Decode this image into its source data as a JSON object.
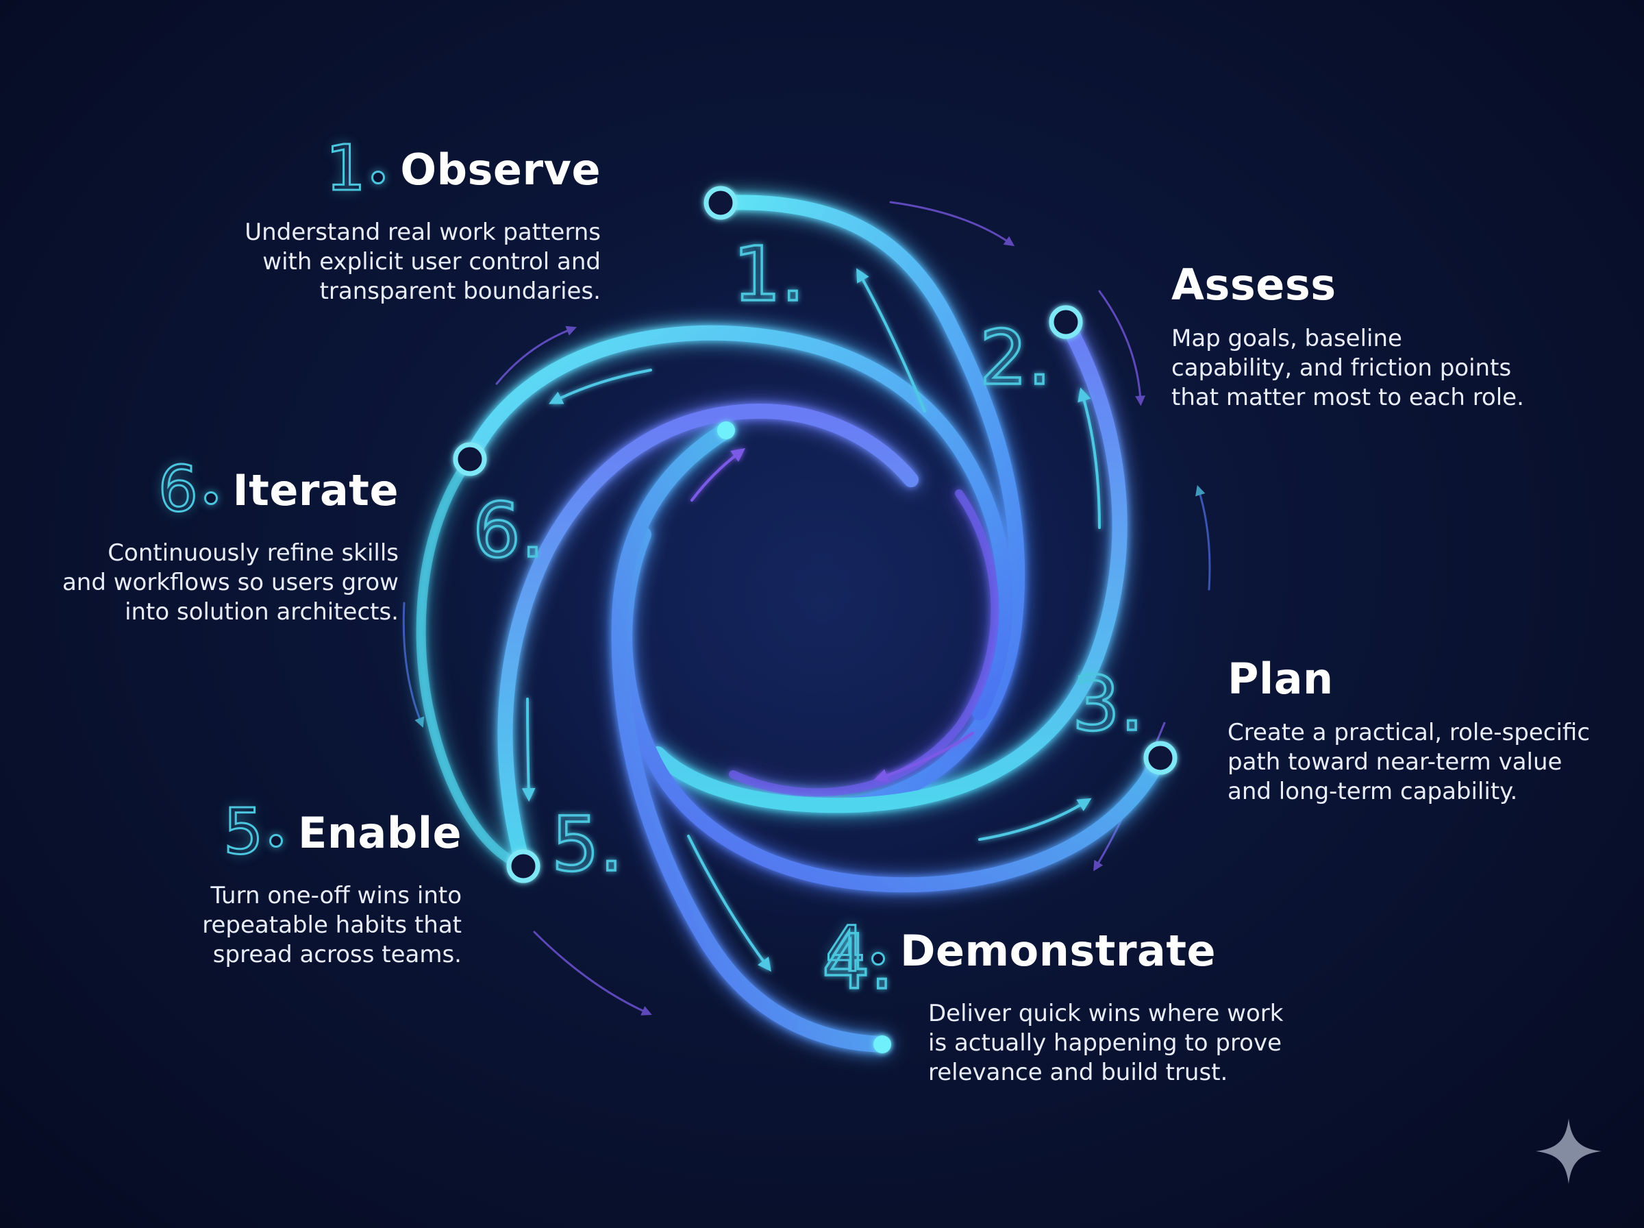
{
  "steps": [
    {
      "number": "1",
      "title": "Observe",
      "description": "Understand real work patterns\nwith explicit user control and\ntransparent boundaries."
    },
    {
      "number": "2",
      "title": "Assess",
      "description": "Map goals, baseline\ncapability, and friction points\nthat matter most to each role."
    },
    {
      "number": "3",
      "title": "Plan",
      "description": "Create a practical, role-specific\npath toward near-term value\nand long-term capability."
    },
    {
      "number": "4",
      "title": "Demonstrate",
      "description": "Deliver quick wins where work\nis actually happening to prove\nrelevance and build trust."
    },
    {
      "number": "5",
      "title": "Enable",
      "description": "Turn one-off wins into\nrepeatable habits that\nspread across teams."
    },
    {
      "number": "6",
      "title": "Iterate",
      "description": "Continuously refine skills\nand workflows so users grow\ninto solution architects."
    }
  ],
  "ring_labels": [
    "1.",
    "2.",
    "3.",
    "4.",
    "5.",
    "6."
  ],
  "colors": {
    "background": "#08102c",
    "cyan": "#4cd8ee",
    "blue": "#4f6cf0",
    "violet": "#7a55e0",
    "text": "#ffffff",
    "outline_number": "#4cc6de"
  },
  "icons": {
    "corner": "sparkle-icon"
  }
}
